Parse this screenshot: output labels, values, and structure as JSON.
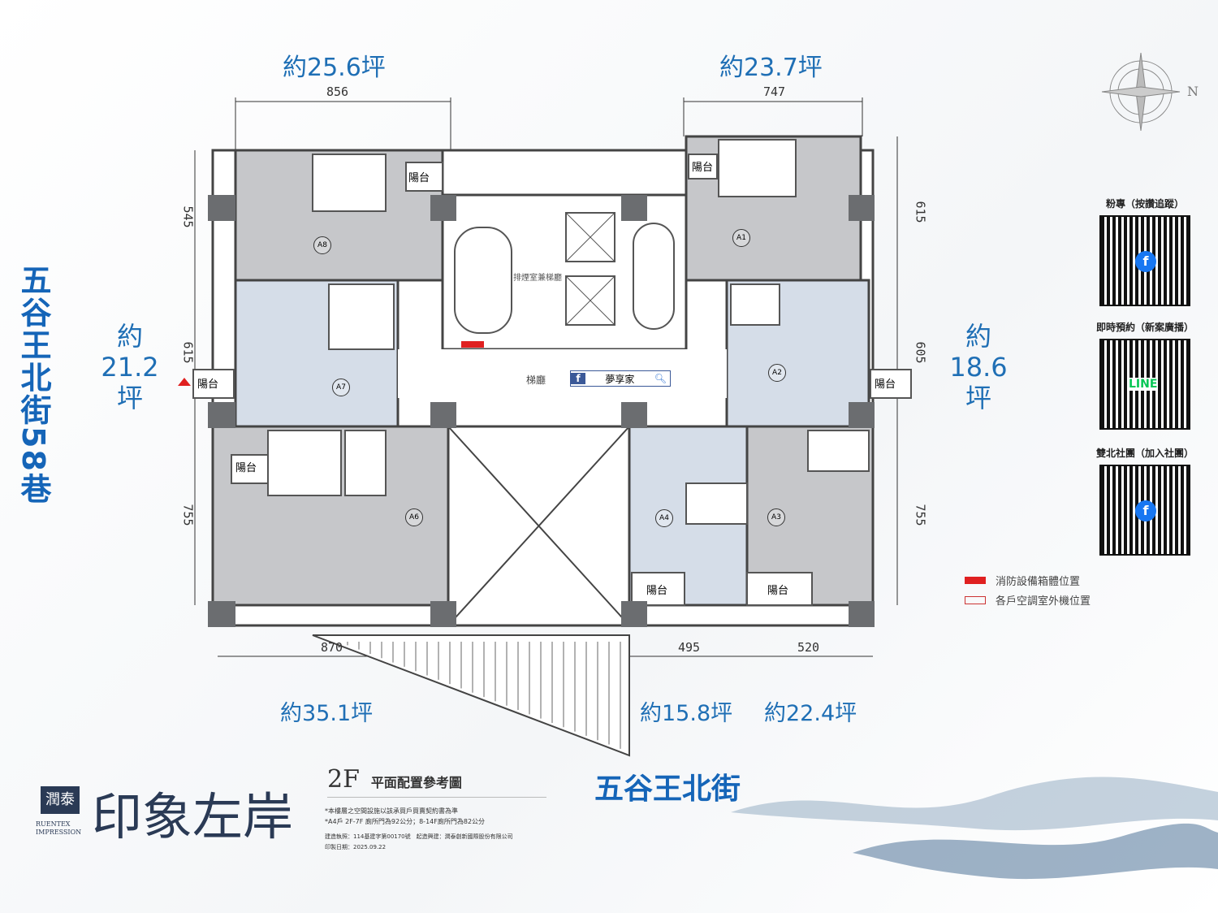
{
  "areas": {
    "a8": "約25.6坪",
    "a1": "約23.7坪",
    "a6": "約35.1坪",
    "a4": "約15.8坪",
    "a3": "約22.4坪",
    "a7": {
      "l1": "約",
      "l2": "21.2",
      "l3": "坪"
    },
    "a2": {
      "l1": "約",
      "l2": "18.6",
      "l3": "坪"
    }
  },
  "dimensions": {
    "top_left": "856",
    "top_right": "747",
    "left_1": "545",
    "left_2": "615",
    "left_3": "755",
    "right_1": "615",
    "right_2": "605",
    "right_3": "755",
    "bottom_1": "870",
    "bottom_2": "495",
    "bottom_3": "520"
  },
  "units": [
    "A8",
    "A7",
    "A6",
    "A1",
    "A2",
    "A3",
    "A4"
  ],
  "rooms": {
    "balcony": "陽台",
    "lobby": "梯廳",
    "smoke_room": "排煙室兼梯廳"
  },
  "search_badge": "夢享家",
  "streets": {
    "left": "五谷王北街58巷",
    "bottom": "五谷王北街"
  },
  "compass": "N",
  "qr_codes": [
    {
      "label": "粉專（按讚追蹤）",
      "icon": "facebook"
    },
    {
      "label": "即時預約（新案廣播）",
      "icon": "LINE"
    },
    {
      "label": "雙北社團（加入社團）",
      "icon": "facebook"
    }
  ],
  "legend": [
    "消防設備箱體位置",
    "各戶空調室外機位置"
  ],
  "brand": {
    "name": "印象左岸",
    "logo_cn": "潤泰",
    "logo_en1": "RUENTEX",
    "logo_en2": "IMPRESSION"
  },
  "plan_title": {
    "floor": "2F",
    "title": "平面配置參考圖",
    "note1": "*本樓層之空間設施以該承買戶買賣契約書為準",
    "note2": "*A4戶 2F-7F 廁所門為92公分；8-14F廁所門為82公分",
    "info1": "建造執照：114基建字第00170號　起造興建：潤泰創新國際股份有限公司",
    "info2": "印製日期：2025.09.22"
  },
  "colors": {
    "accent": "#1f6fb5",
    "unit_gray": "#c6c7ca",
    "unit_blue": "#d5dde8"
  }
}
